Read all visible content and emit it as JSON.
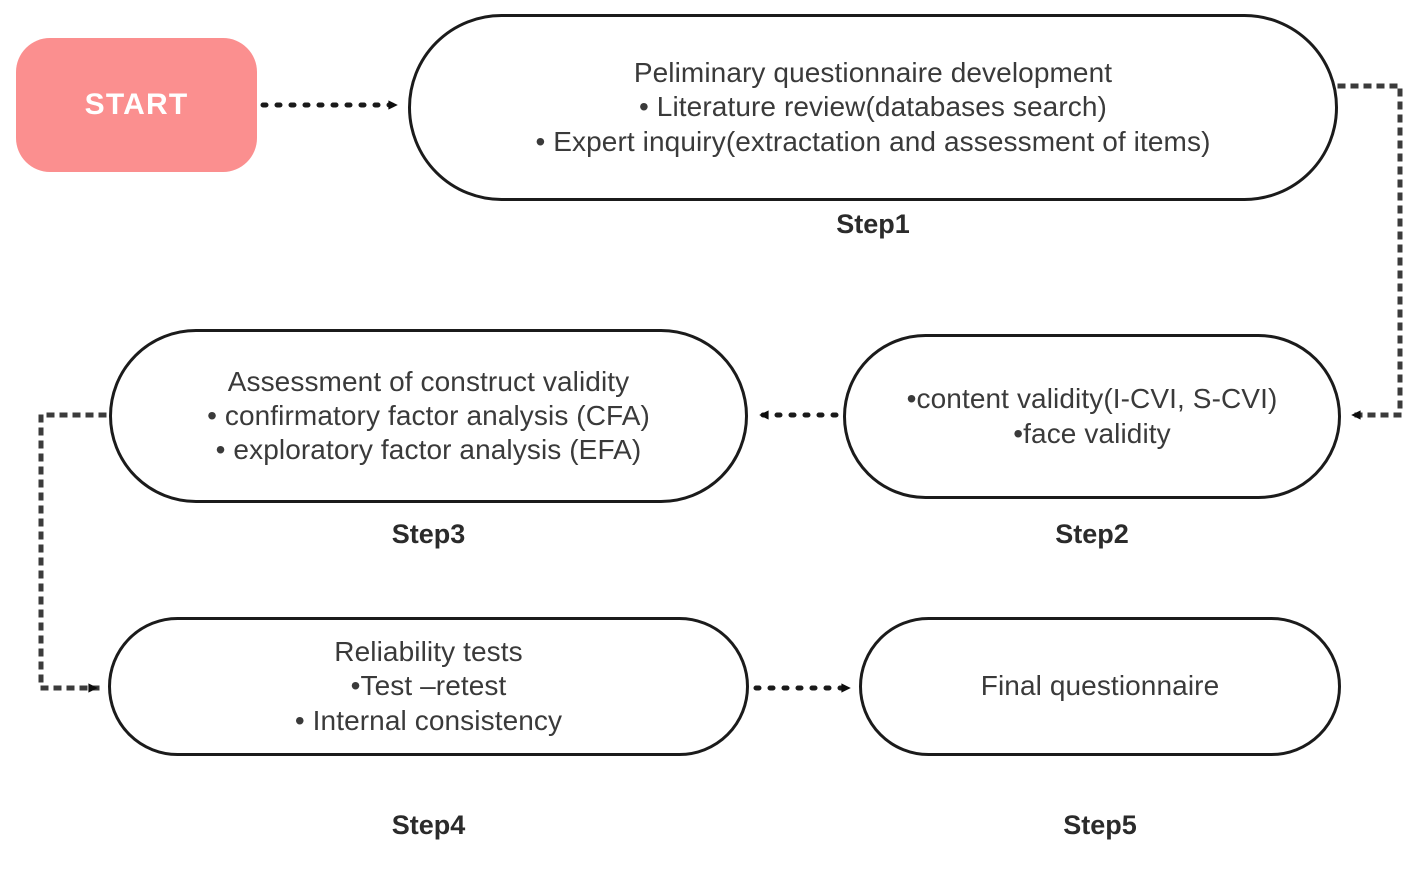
{
  "diagram": {
    "title": "Questionnaire development flowchart",
    "background": "#ffffff",
    "start_color": "#fb8f8f",
    "node_border_color": "#1b1b1b",
    "text_color": "#3a3a3a",
    "connector_style": "dotted"
  },
  "nodes": {
    "start": {
      "label": "START"
    },
    "step1": {
      "caption": "Step1",
      "text": "Peliminary questionnaire development\n• Literature review(databases search)\n• Expert inquiry(extractation and assessment of items)",
      "lines": [
        "Peliminary questionnaire development",
        "• Literature review(databases search)",
        "• Expert inquiry(extractation and assessment of items)"
      ]
    },
    "step2": {
      "caption": "Step2",
      "text": "•content validity(I-CVI, S-CVI)\n•face validity",
      "lines": [
        "•content validity(I-CVI, S-CVI)",
        "•face validity"
      ]
    },
    "step3": {
      "caption": "Step3",
      "text": "Assessment of construct validity\n• confirmatory factor analysis (CFA)\n• exploratory factor analysis (EFA)",
      "lines": [
        "Assessment of construct validity",
        "• confirmatory factor analysis (CFA)",
        "• exploratory factor analysis (EFA)"
      ]
    },
    "step4": {
      "caption": "Step4",
      "text": "Reliability tests\n•Test –retest\n• Internal consistency",
      "lines": [
        "Reliability tests",
        "•Test –retest",
        "• Internal consistency"
      ]
    },
    "step5": {
      "caption": "Step5",
      "text": "Final questionnaire",
      "lines": [
        "Final questionnaire"
      ]
    }
  },
  "connectors": [
    {
      "id": "start-to-step1",
      "from": "start",
      "to": "step1",
      "direction": "right"
    },
    {
      "id": "step1-to-step2",
      "from": "step1",
      "to": "step2",
      "direction": "right-down-left"
    },
    {
      "id": "step2-to-step3",
      "from": "step2",
      "to": "step3",
      "direction": "left"
    },
    {
      "id": "step3-to-step4",
      "from": "step3",
      "to": "step4",
      "direction": "left-down-right"
    },
    {
      "id": "step4-to-step5",
      "from": "step4",
      "to": "step5",
      "direction": "right"
    }
  ]
}
